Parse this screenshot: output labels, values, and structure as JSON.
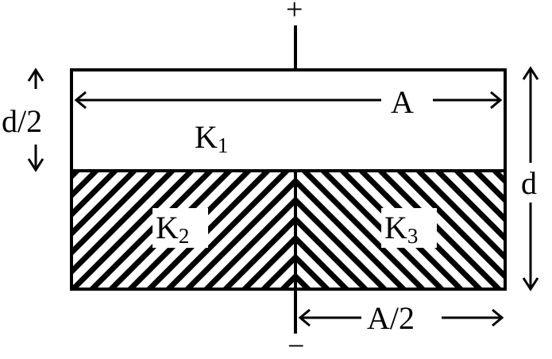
{
  "terminals": {
    "positive": "+",
    "negative": "−"
  },
  "labels": {
    "half_thickness": "d/2",
    "full_thickness": "d",
    "area": "A",
    "half_area": "A/2"
  },
  "dielectrics": [
    {
      "symbol": "K",
      "index": "1"
    },
    {
      "symbol": "K",
      "index": "2"
    },
    {
      "symbol": "K",
      "index": "3"
    }
  ],
  "colors": {
    "ink": "#000000",
    "background": "#ffffff"
  }
}
